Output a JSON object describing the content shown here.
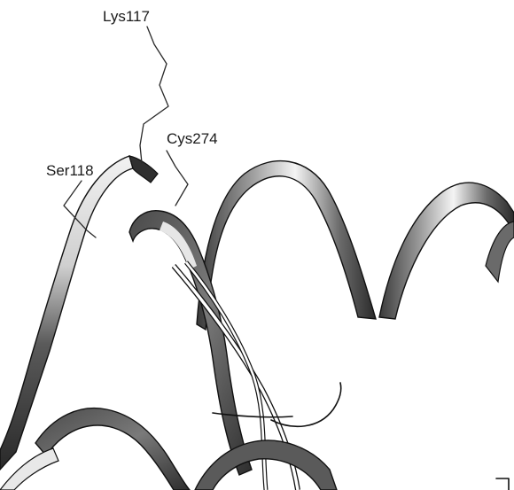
{
  "labels": {
    "residue_1": "Lys117",
    "residue_2": "Cys274",
    "residue_3": "Ser118"
  },
  "colors": {
    "background": "#ffffff",
    "ribbon_dark": "#3a3a3a",
    "ribbon_mid": "#8a8a8a",
    "ribbon_light": "#f2f2f2",
    "line": "#2a2a2a"
  }
}
